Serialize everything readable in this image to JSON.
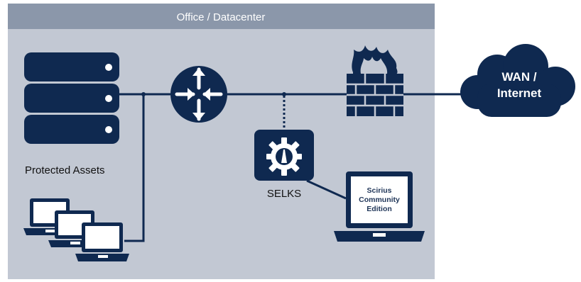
{
  "header": {
    "title": "Office / Datacenter"
  },
  "labels": {
    "protected_assets": "Protected Assets",
    "selks": "SELKS",
    "wan_line1": "WAN /",
    "wan_line2": "Internet",
    "scirius_line1": "Scirius",
    "scirius_line2": "Community",
    "scirius_line3": "Edition"
  },
  "colors": {
    "navy": "#0f2950",
    "zone_fill": "#c2c8d3",
    "header_fill": "#8b97aa",
    "line": "#0f2950"
  },
  "icons": [
    "server-rack-icon",
    "router-icon",
    "firewall-icon",
    "cloud-icon",
    "gear-icon",
    "laptop-icon"
  ]
}
